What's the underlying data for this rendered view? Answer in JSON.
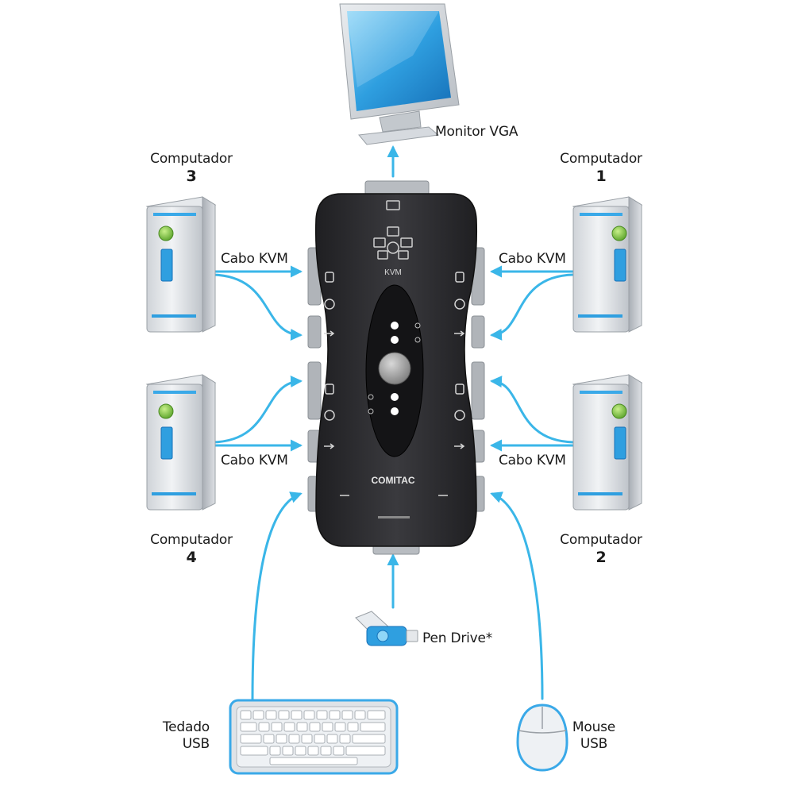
{
  "labels": {
    "monitor": "Monitor VGA",
    "pc_word": "Computador",
    "pc1_num": "1",
    "pc2_num": "2",
    "pc3_num": "3",
    "pc4_num": "4",
    "cable": "Cabo KVM",
    "pendrive": "Pen Drive*",
    "keyboard_l1": "Tedado",
    "keyboard_l2": "USB",
    "mouse_l1": "Mouse",
    "mouse_l2": "USB"
  },
  "device": {
    "brand": "COMITAC",
    "panel_label": "KVM"
  },
  "colors": {
    "accent_blue": "#3ab6e8",
    "device_body": "#2b2b2e",
    "tower_led": "#7cc845",
    "screen_blue": "#3aa9e8"
  }
}
